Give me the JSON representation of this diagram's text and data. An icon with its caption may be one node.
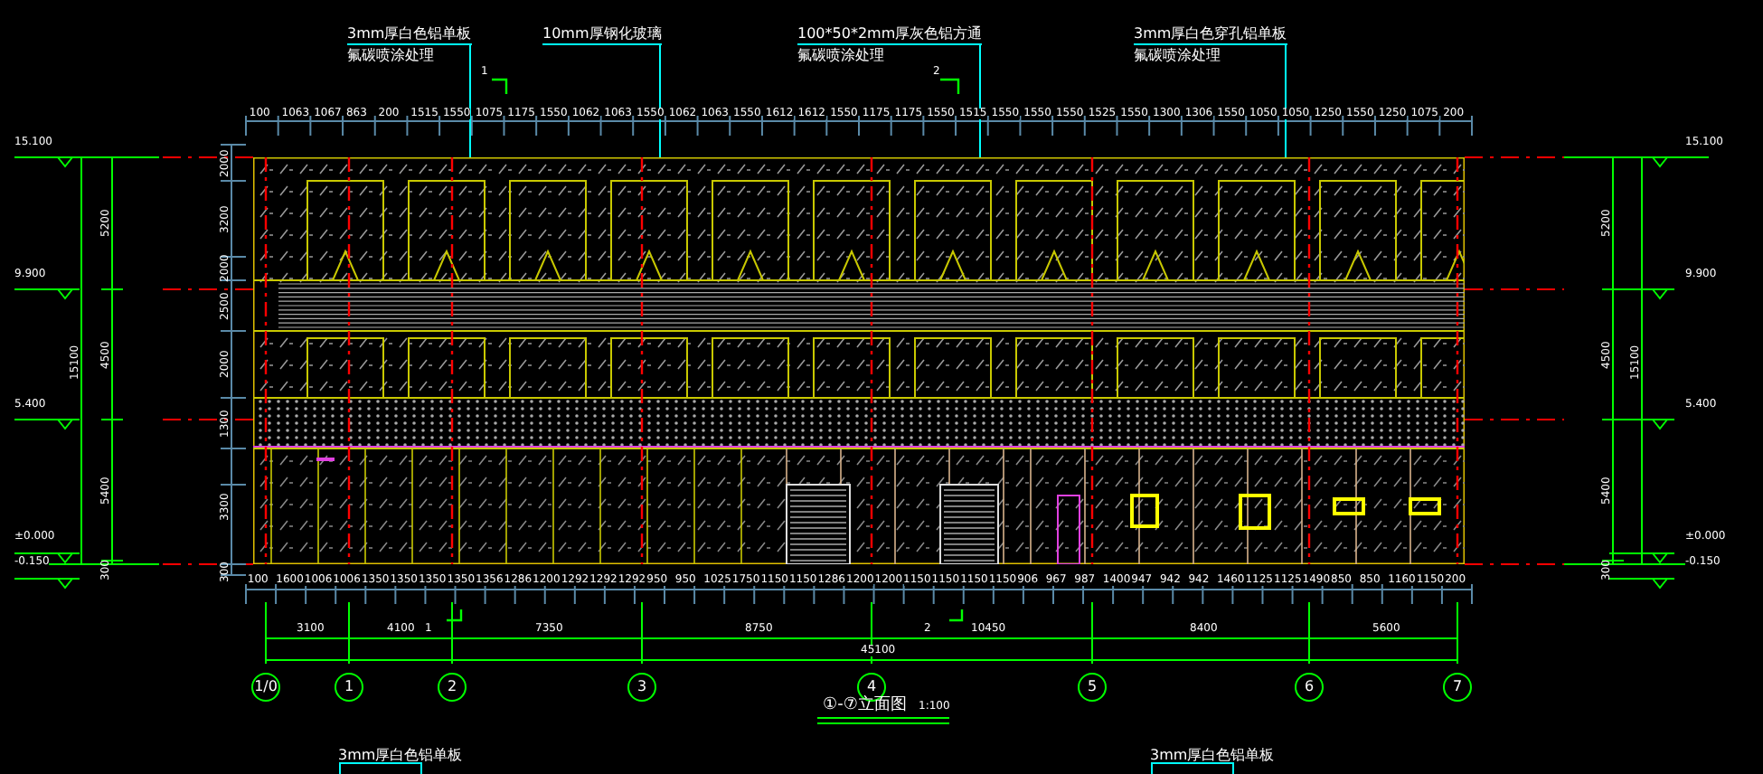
{
  "diagram": {
    "title": "①-⑦立面图",
    "caption": "1:100",
    "nodes": [
      {
        "text": [],
        "shape": "picture"
      },
      {
        "text": [
          "3mm厚白色铝单板",
          "氟碳喷涂处理"
        ]
      },
      {
        "text": [
          "10mm厚钢化玻璃"
        ]
      },
      {
        "text": [
          "100*50*2mm厚灰色铝方通",
          "氟碳喷涂处理"
        ]
      },
      {
        "text": [
          "3mm厚白色穿孔铝单板",
          "氟碳喷涂处理"
        ]
      },
      {
        "text": [
          "3mm厚白色铝单板"
        ]
      },
      {
        "text": [
          "3mm厚白色铝单板"
        ]
      },
      {
        "text": [
          "1/0"
        ]
      },
      {
        "text": [
          "1"
        ]
      },
      {
        "text": [
          "2"
        ]
      },
      {
        "text": [
          "3"
        ]
      },
      {
        "text": [
          "4"
        ]
      },
      {
        "text": [
          "5"
        ]
      },
      {
        "text": [
          "6"
        ]
      },
      {
        "text": [
          "7"
        ]
      }
    ],
    "edges": [
      {
        "from": 1,
        "to": 0,
        "arrow": "none"
      },
      {
        "from": 2,
        "to": 0,
        "arrow": "none"
      },
      {
        "from": 3,
        "to": 0,
        "arrow": "none"
      },
      {
        "from": 4,
        "to": 0,
        "arrow": "none"
      }
    ],
    "labels": [
      "1",
      "2",
      "100",
      "1063",
      "1067",
      "863",
      "200",
      "1515",
      "1550",
      "1075",
      "1175",
      "1550",
      "1062",
      "1063",
      "1550",
      "1062",
      "1063",
      "1550",
      "1612",
      "1612",
      "1550",
      "1175",
      "1175",
      "1550",
      "1515",
      "1550",
      "1550",
      "1550",
      "1525",
      "1550",
      "1300",
      "1306",
      "1550",
      "1050",
      "1050",
      "1250",
      "1550",
      "1250",
      "1075",
      "200",
      "15.100",
      "9.900",
      "5.400",
      "±0.000",
      "-0.150",
      "15100",
      "5200",
      "4500",
      "5400",
      "300",
      "2000",
      "3200",
      "2000",
      "2500",
      "2000",
      "1300",
      "3300",
      "300",
      "15.100",
      "9.900",
      "5.400",
      "±0.000",
      "-0.150",
      "5200",
      "4500",
      "5400",
      "300",
      "15100",
      "100",
      "1600",
      "1006",
      "1006",
      "1350",
      "1350",
      "1350",
      "1350",
      "1356",
      "1286",
      "1200",
      "1292",
      "1292",
      "1292",
      "950",
      "950",
      "1025",
      "1750",
      "1150",
      "1150",
      "1286",
      "1200",
      "1200",
      "1150",
      "1150",
      "1150",
      "1150",
      "906",
      "967",
      "987",
      "1400",
      "947",
      "942",
      "942",
      "1460",
      "1125",
      "1125",
      "1490",
      "850",
      "850",
      "1160",
      "1150",
      "200",
      "3100",
      "4100",
      "1",
      "7350",
      "8750",
      "2",
      "10450",
      "8400",
      "5600",
      "45100"
    ]
  }
}
